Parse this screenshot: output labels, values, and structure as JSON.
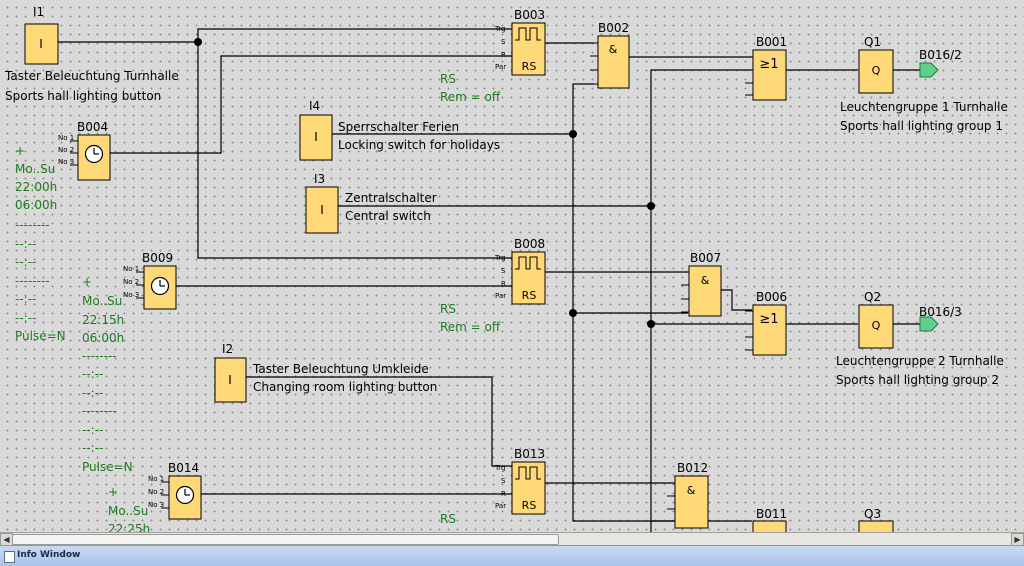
{
  "blocks": {
    "I1": {
      "id": "I1",
      "symbol": "I",
      "text1": "Taster Beleuchtung Turnhalle",
      "text2": "Sports hall lighting button"
    },
    "I4": {
      "id": "I4",
      "symbol": "I",
      "text1": "Sperrschalter Ferien",
      "text2": "Locking switch for holidays"
    },
    "I3": {
      "id": "I3",
      "symbol": "I",
      "text1": "Zentralschalter",
      "text2": "Central switch"
    },
    "I2": {
      "id": "I2",
      "symbol": "I",
      "text1": "Taster Beleuchtung Umkleide",
      "text2": "Changing room lighting button"
    },
    "B004": {
      "id": "B004",
      "pins": [
        "No 1",
        "No 2",
        "No 3"
      ],
      "params": [
        "+",
        "Mo..Su",
        "22:00h",
        "06:00h",
        "--------",
        "--:--",
        "--:--",
        "--------",
        "--:--",
        "--:--",
        "Pulse=N"
      ]
    },
    "B009": {
      "id": "B009",
      "pins": [
        "No 1",
        "No 2",
        "No 3"
      ],
      "params": [
        "+",
        "Mo..Su",
        "22:15h",
        "06:00h",
        "--------",
        "--:--",
        "--:--",
        "--------",
        "--:--",
        "--:--",
        "Pulse=N"
      ]
    },
    "B014": {
      "id": "B014",
      "pins": [
        "No 1",
        "No 2",
        "No 3"
      ],
      "params": [
        "+",
        "Mo..Su",
        "22:25h"
      ]
    },
    "B003": {
      "id": "B003",
      "symbol": "RS",
      "pins": [
        "Trg",
        "S",
        "R",
        "Par"
      ],
      "params": [
        "RS",
        "Rem = off"
      ]
    },
    "B008": {
      "id": "B008",
      "symbol": "RS",
      "pins": [
        "Trg",
        "S",
        "R",
        "Par"
      ],
      "params": [
        "RS",
        "Rem = off"
      ]
    },
    "B013": {
      "id": "B013",
      "symbol": "RS",
      "pins": [
        "Trg",
        "S",
        "R",
        "Par"
      ],
      "params": [
        "RS"
      ]
    },
    "B002": {
      "id": "B002",
      "symbol": "&"
    },
    "B007": {
      "id": "B007",
      "symbol": "&"
    },
    "B012": {
      "id": "B012",
      "symbol": "&"
    },
    "B001": {
      "id": "B001",
      "symbol": "≥1"
    },
    "B006": {
      "id": "B006",
      "symbol": "≥1"
    },
    "B011": {
      "id": "B011"
    },
    "Q1": {
      "id": "Q1",
      "symbol": "Q",
      "text1": "Leuchtengruppe 1 Turnhalle",
      "text2": "Sports hall lighting group 1"
    },
    "Q2": {
      "id": "Q2",
      "symbol": "Q",
      "text1": "Leuchtengruppe 2 Turnhalle",
      "text2": "Sports hall lighting group 2"
    },
    "Q3": {
      "id": "Q3"
    },
    "C1": {
      "id": "B016/2"
    },
    "C2": {
      "id": "B016/3"
    }
  },
  "info_window": {
    "title": "Info Window"
  },
  "colors": {
    "block": "#ffd877",
    "parameter_text": "#1f7a1f",
    "connector": "#5fd08a",
    "canvas": "#d9d9d9"
  }
}
